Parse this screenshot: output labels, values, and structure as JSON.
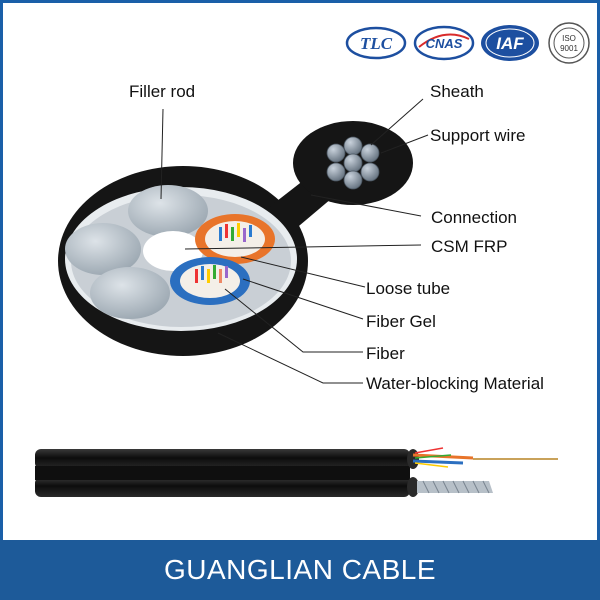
{
  "labels": {
    "filler_rod": "Filler rod",
    "sheath": "Sheath",
    "support_wire": "Support wire",
    "connection": "Connection",
    "csm_frp": "CSM FRP",
    "loose_tube": "Loose tube",
    "fiber_gel": "Fiber Gel",
    "fiber": "Fiber",
    "water_blocking": "Water-blocking Material"
  },
  "certs": {
    "tlc": "TLC",
    "cnas": "CNAS",
    "iaf": "IAF",
    "iso": "ISO",
    "iso_num": "9001"
  },
  "footer": {
    "brand": "GUANGLIAN CABLE"
  },
  "colors": {
    "footer_bg": "#1d5a99",
    "sheath": "#141414",
    "filler": "#b8c2cc",
    "tube_orange": "#e8742a",
    "tube_blue": "#2b6fc0"
  }
}
